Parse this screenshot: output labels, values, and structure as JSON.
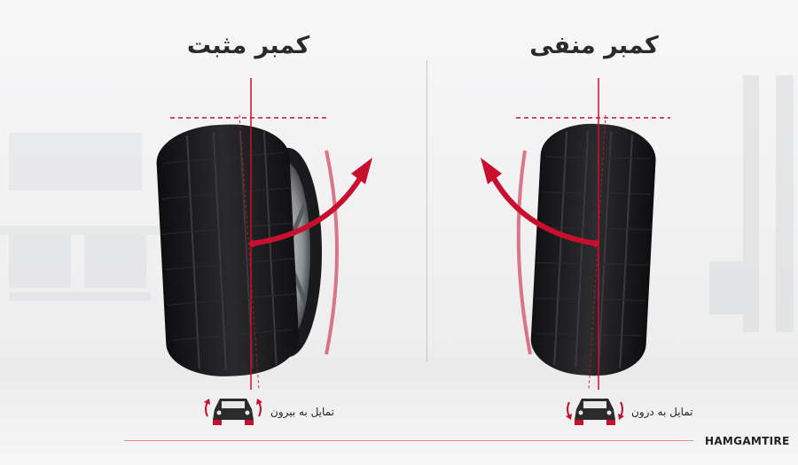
{
  "titles": {
    "positive": "کمبر مثبت",
    "negative": "کمبر منفی"
  },
  "captions": {
    "positive": "تمایل به بیرون",
    "negative": "تمایل به درون"
  },
  "brand": "HAMGAMTIRE",
  "colors": {
    "accent_red": "#c8102e",
    "tire_dark": "#1c1c1e",
    "background": "#f4f4f5"
  },
  "icons": {
    "left_car": "car-front-icon",
    "right_car": "car-front-icon",
    "arrows": "curved-arrow-icon"
  }
}
